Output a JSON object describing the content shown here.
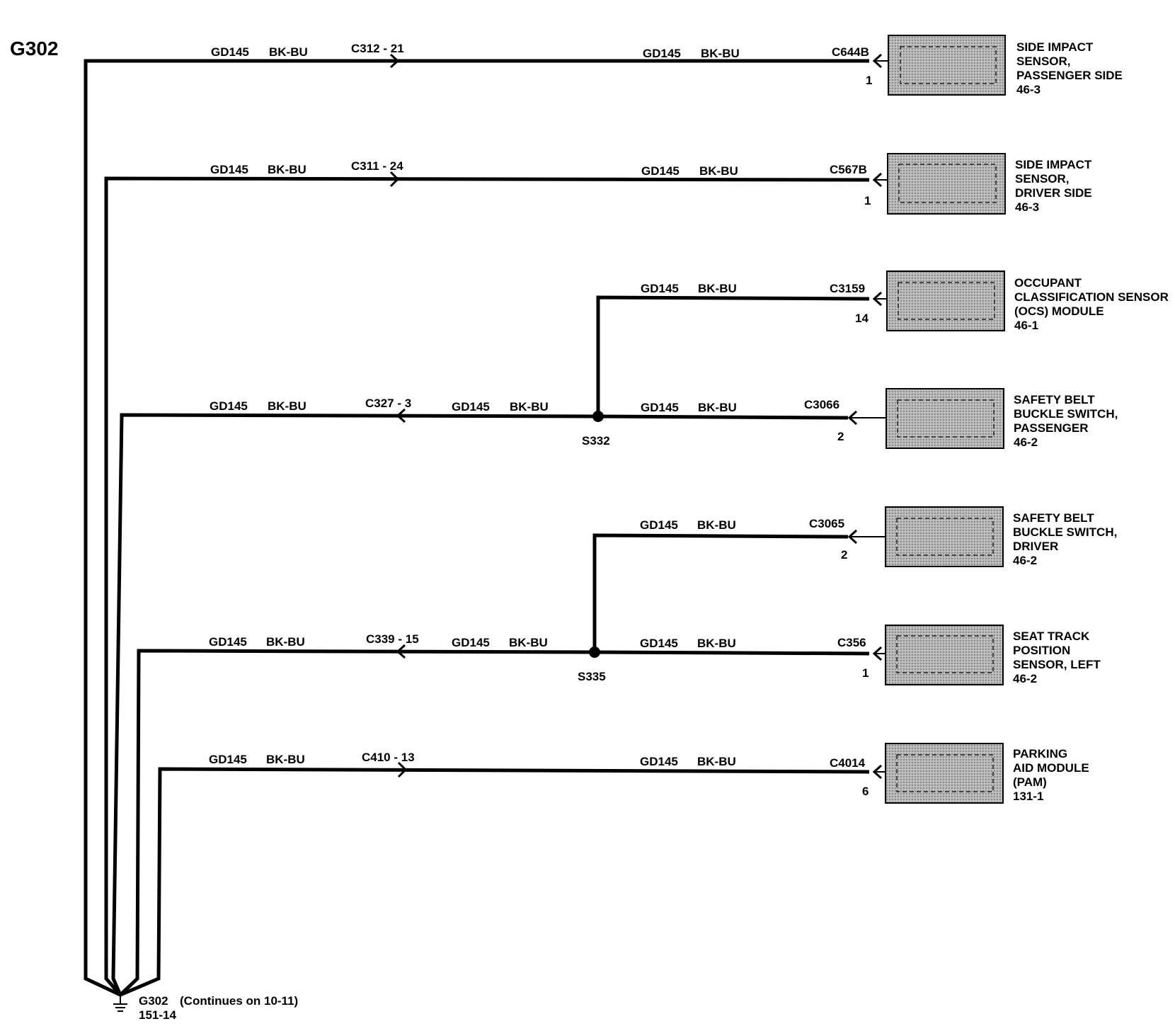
{
  "page": {
    "title": "G302",
    "ground": {
      "name": "G302",
      "ref": "151-14",
      "note": "(Continues on 10-11)"
    }
  },
  "wire": {
    "circuit": "GD145",
    "color": "BK-BU"
  },
  "branches": [
    {
      "inline": "C312 - 21",
      "connector": "C644B",
      "pin": "1",
      "component": [
        "SIDE IMPACT",
        "SENSOR,",
        "PASSENGER SIDE",
        "46-3"
      ]
    },
    {
      "inline": "C311 - 24",
      "connector": "C567B",
      "pin": "1",
      "component": [
        "SIDE IMPACT",
        "SENSOR,",
        "DRIVER SIDE",
        "46-3"
      ]
    },
    {
      "inline": "C327 - 3",
      "splice": "S332",
      "connector": "C3066",
      "pin": "2",
      "component": [
        "SAFETY BELT",
        "BUCKLE SWITCH,",
        "PASSENGER",
        "46-2"
      ],
      "upper": {
        "connector": "C3159",
        "pin": "14",
        "component": [
          "OCCUPANT",
          "CLASSIFICATION SENSOR",
          "(OCS) MODULE",
          "46-1"
        ]
      }
    },
    {
      "inline": "C339 - 15",
      "splice": "S335",
      "connector": "C356",
      "pin": "1",
      "component": [
        "SEAT TRACK",
        "POSITION",
        "SENSOR, LEFT",
        "46-2"
      ],
      "upper": {
        "connector": "C3065",
        "pin": "2",
        "component": [
          "SAFETY BELT",
          "BUCKLE SWITCH,",
          "DRIVER",
          "46-2"
        ]
      }
    },
    {
      "inline": "C410 - 13",
      "connector": "C4014",
      "pin": "6",
      "component": [
        "PARKING",
        "AID MODULE",
        "(PAM)",
        "131-1"
      ]
    }
  ]
}
